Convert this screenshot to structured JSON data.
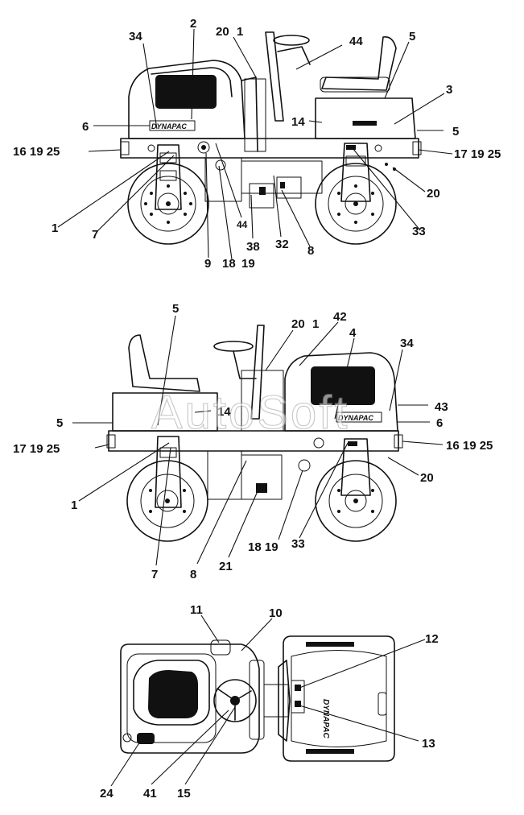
{
  "watermark": "AutoSoft",
  "views": [
    {
      "id": "side-left",
      "labels": [
        "34",
        "2",
        "20",
        "1",
        "44",
        "5",
        "3",
        "6",
        "14",
        "5",
        "16 19 25",
        "17 19 25",
        "20",
        "1",
        "7",
        "44",
        "38",
        "32",
        "8",
        "33",
        "9",
        "18",
        "19"
      ]
    },
    {
      "id": "side-right",
      "labels": [
        "5",
        "20",
        "1",
        "42",
        "4",
        "34",
        "43",
        "5",
        "14",
        "6",
        "17 19 25",
        "16 19 25",
        "20",
        "1",
        "7",
        "8",
        "21",
        "18 19",
        "33"
      ]
    },
    {
      "id": "top",
      "labels": [
        "11",
        "10",
        "12",
        "13",
        "24",
        "41",
        "15"
      ]
    }
  ],
  "brand_decal": "DYNAPAC"
}
